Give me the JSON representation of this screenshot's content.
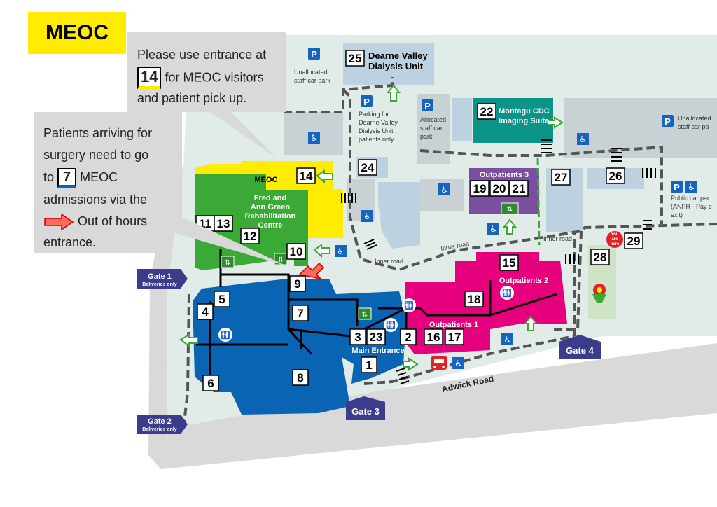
{
  "title": "MEOC",
  "info": {
    "line1_text": "Please use entrance at",
    "line2_num": "14",
    "line2_text": "for MEOC visitors",
    "line3_text": "and patient pick up.",
    "para2_line1": "Patients arriving for",
    "para2_line2": "surgery need to go",
    "para2_line3_pre": "to",
    "para2_line3_num": "7",
    "para2_line3_post": "MEOC",
    "para2_line4": "admissions via the",
    "para2_line5_post": "Out of hours",
    "para2_line6": "entrance."
  },
  "colors": {
    "meoc_yellow": "#ffec00",
    "rehab_green": "#3aa935",
    "main_blue": "#0a64b4",
    "outpatients_magenta": "#e6007e",
    "outpatients3_purple": "#7b4fa0",
    "cdc_teal": "#0d9488",
    "gate_navy": "#3c3c8c",
    "parking_blue": "#1565c0",
    "ground": "#e1ece9",
    "road": "#d9d9d9",
    "building_light": "#bcd2e0",
    "building_gray": "#c8d2d5"
  },
  "icons": [
    "parking-icon",
    "accessible-icon",
    "toilet-icon",
    "lift-icon",
    "bus-icon",
    "flower-icon",
    "you-are-here-marker",
    "entrance-arrow-icon",
    "out-of-hours-arrow-icon"
  ],
  "labels": {
    "meoc": "MEOC",
    "rehab_line1": "Fred and",
    "rehab_line2": "Ann Green",
    "rehab_line3": "Rehabilitation",
    "rehab_line4": "Centre",
    "dialysis_line1": "Dearne Valley",
    "dialysis_line2": "Dialysis Unit",
    "montagu_line1": "Montagu CDC",
    "montagu_line2": "Imaging Suite",
    "outpatients1": "Outpatients 1",
    "outpatients2": "Outpatients 2",
    "outpatients3": "Outpatients 3",
    "main_entrance": "Main Entrance",
    "inner_road": "Inner road",
    "adwick_road": "Adwick Road",
    "unallocated_line1": "Unallocated",
    "unallocated_line2": "staff car park",
    "dialysis_parking_line1": "Parking for",
    "dialysis_parking_line2": "Dearne Valley",
    "dialysis_parking_line3": "Dialysis Unit",
    "dialysis_parking_line4": "patients only",
    "allocated_line1": "Allocated",
    "allocated_line2": "staff car",
    "allocated_line3": "park",
    "unallocated_right_line1": "Unallocated",
    "unallocated_right_line2": "staff car pa",
    "public_line1": "Public car par",
    "public_line2": "(ANPR - Pay c",
    "public_line3": "exit)",
    "you_are_here_1": "You",
    "you_are_here_2": "are",
    "you_are_here_3": "here",
    "parking_glyph": "P"
  },
  "gates": {
    "gate1": "Gate 1",
    "gate1_sub": "Deliveries only",
    "gate2": "Gate 2",
    "gate2_sub": "Deliveries only",
    "gate3": "Gate 3",
    "gate4": "Gate 4"
  },
  "buildings": {
    "b1": "1",
    "b2": "2",
    "b3": "3",
    "b4": "4",
    "b5": "5",
    "b6": "6",
    "b7": "7",
    "b8": "8",
    "b9": "9",
    "b10": "10",
    "b11": "11",
    "b12": "12",
    "b13": "13",
    "b14": "14",
    "b15": "15",
    "b16": "16",
    "b17": "17",
    "b18": "18",
    "b19": "19",
    "b20": "20",
    "b21": "21",
    "b22": "22",
    "b23": "23",
    "b24": "24",
    "b25": "25",
    "b26": "26",
    "b27": "27",
    "b28": "28",
    "b29": "29"
  }
}
